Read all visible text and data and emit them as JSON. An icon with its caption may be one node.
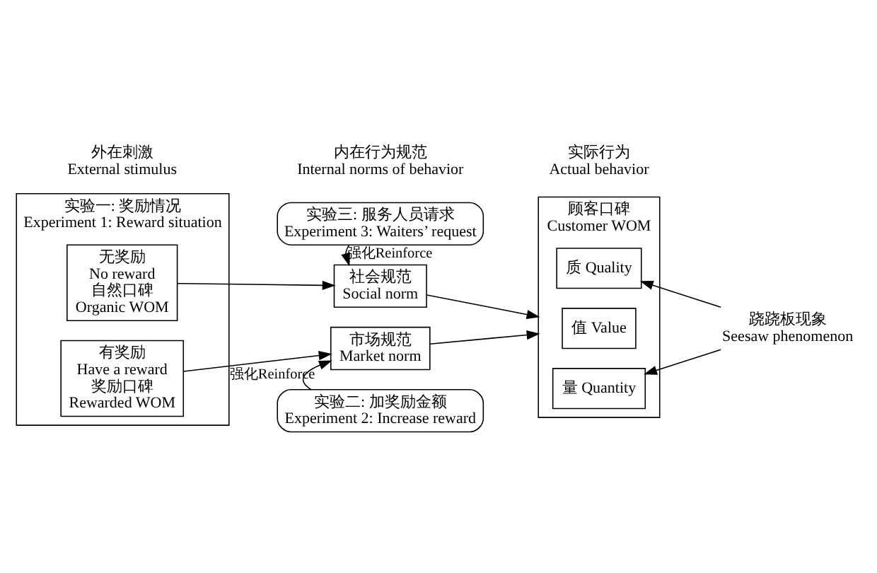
{
  "diagram": {
    "nodes": [
      {
        "text": [
          "实验一: 奖励情况",
          "Experiment 1: Reward situation"
        ]
      },
      {
        "text": [
          "无奖励",
          "No reward",
          "自然口碑",
          "Organic WOM"
        ],
        "in": 0
      },
      {
        "text": [
          "有奖励",
          "Have a reward",
          "奖励口碑",
          "Rewarded WOM"
        ],
        "in": 0
      },
      {
        "text": [
          "实验三: 服务人员请求",
          "Experiment 3: Waiters’ request"
        ]
      },
      {
        "text": [
          "社会规范",
          "Social norm"
        ]
      },
      {
        "text": [
          "市场规范",
          "Market norm"
        ]
      },
      {
        "text": [
          "实验二: 加奖励金额",
          "Experiment 2: Increase reward"
        ]
      },
      {
        "text": [
          "顾客口碑",
          "Customer WOM"
        ]
      },
      {
        "text": [
          "量 Quantity"
        ],
        "in": 7
      },
      {
        "text": [
          "值 Value"
        ],
        "in": 7
      },
      {
        "text": [
          "质 Quality"
        ],
        "in": 7
      },
      {
        "text": [
          "跷跷板现象",
          "Seesaw phenomenon"
        ]
      }
    ],
    "edges": [
      {
        "from": 1,
        "to": 4,
        "arrow": "to"
      },
      {
        "from": 2,
        "to": 5,
        "arrow": "to"
      },
      {
        "from": 3,
        "to": 4,
        "arrow": "to",
        "label": "强化Reinforce"
      },
      {
        "from": 6,
        "to": 5,
        "arrow": "to",
        "label": "强化Reinforce"
      },
      {
        "from": 4,
        "to": 7,
        "arrow": "to"
      },
      {
        "from": 5,
        "to": 7,
        "arrow": "to"
      },
      {
        "from": 11,
        "to": 8,
        "arrow": "to"
      },
      {
        "from": 11,
        "to": 10,
        "arrow": "to"
      }
    ],
    "labels": [
      "外在刺激",
      "External stimulus",
      "内在行为规范",
      "Internal norms of behavior",
      "实际行为",
      "Actual behavior"
    ]
  }
}
